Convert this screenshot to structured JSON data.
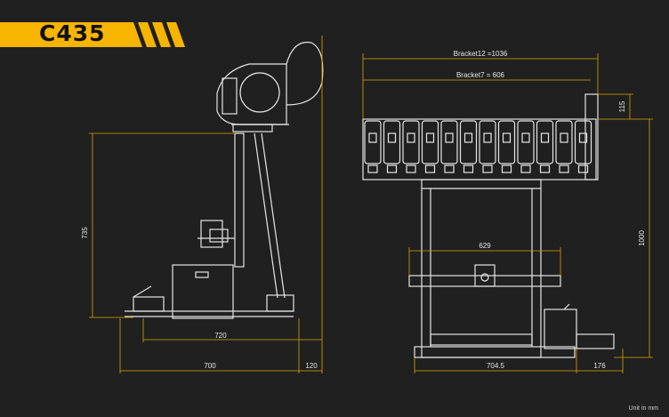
{
  "header": {
    "model": "C435",
    "accent_color": "#f7b500"
  },
  "side_view": {
    "height_label": "735",
    "depth_label": "720",
    "base_label": "700",
    "overhang_label": "120"
  },
  "front_view": {
    "bracket12_label": "Bracket12 =1036",
    "bracket7_label": "Bracket7 = 606",
    "gantry_label": "629",
    "height_label": "1000",
    "top_offset_label": "115",
    "width_label": "704.5",
    "side_label": "176"
  },
  "footer": {
    "unit_note": "Unit in mm"
  },
  "colors": {
    "background": "#202020",
    "line": "#e6e6e6",
    "dimension": "#d9a400"
  }
}
